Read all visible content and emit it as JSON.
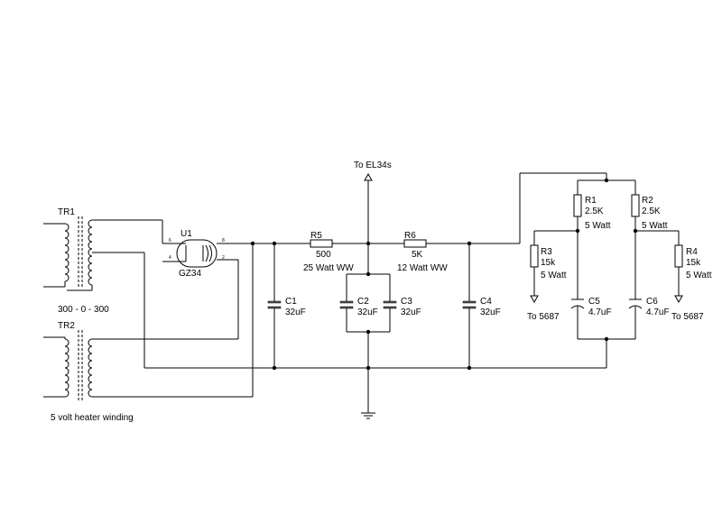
{
  "transformers": {
    "tr1": {
      "ref": "TR1",
      "rating": "300 - 0 - 300"
    },
    "tr2": {
      "ref": "TR2",
      "rating": "5 volt heater winding"
    }
  },
  "tube": {
    "ref": "U1",
    "type": "GZ34",
    "pins": [
      "6",
      "4",
      "8",
      "2"
    ]
  },
  "resistors": {
    "r5": {
      "ref": "R5",
      "value": "500",
      "rating": "25 Watt WW"
    },
    "r6": {
      "ref": "R6",
      "value": "5K",
      "rating": "12 Watt WW"
    },
    "r1": {
      "ref": "R1",
      "value": "2.5K",
      "rating": "5 Watt"
    },
    "r2": {
      "ref": "R2",
      "value": "2.5K",
      "rating": "5 Watt"
    },
    "r3": {
      "ref": "R3",
      "value": "15k",
      "rating": "5 Watt"
    },
    "r4": {
      "ref": "R4",
      "value": "15k",
      "rating": "5 Watt"
    }
  },
  "capacitors": {
    "c1": {
      "ref": "C1",
      "value": "32uF"
    },
    "c2": {
      "ref": "C2",
      "value": "32uF"
    },
    "c3": {
      "ref": "C3",
      "value": "32uF"
    },
    "c4": {
      "ref": "C4",
      "value": "32uF"
    },
    "c5": {
      "ref": "C5",
      "value": "4.7uF"
    },
    "c6": {
      "ref": "C6",
      "value": "4.7uF"
    }
  },
  "outputs": {
    "el34": "To EL34s",
    "left5687": "To 5687",
    "right5687": "To 5687"
  }
}
